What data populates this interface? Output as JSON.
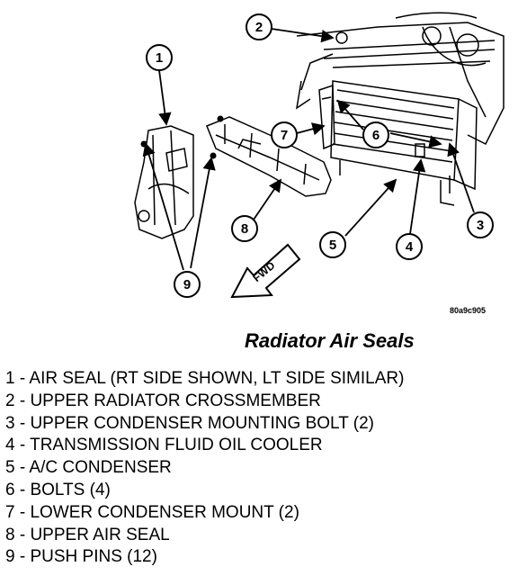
{
  "figure": {
    "callouts": [
      "1",
      "2",
      "3",
      "4",
      "5",
      "6",
      "7",
      "8",
      "9"
    ],
    "fwd_label": "FWD",
    "code": "80a9c905"
  },
  "title": "Radiator Air Seals",
  "legend": [
    "1 - AIR SEAL (RT SIDE SHOWN, LT SIDE SIMILAR)",
    "2 - UPPER RADIATOR CROSSMEMBER",
    "3 - UPPER CONDENSER MOUNTING BOLT (2)",
    "4 - TRANSMISSION FLUID OIL COOLER",
    "5 - A/C CONDENSER",
    "6 - BOLTS (4)",
    "7 - LOWER CONDENSER MOUNT (2)",
    "8 - UPPER AIR SEAL",
    "9 - PUSH PINS (12)"
  ]
}
